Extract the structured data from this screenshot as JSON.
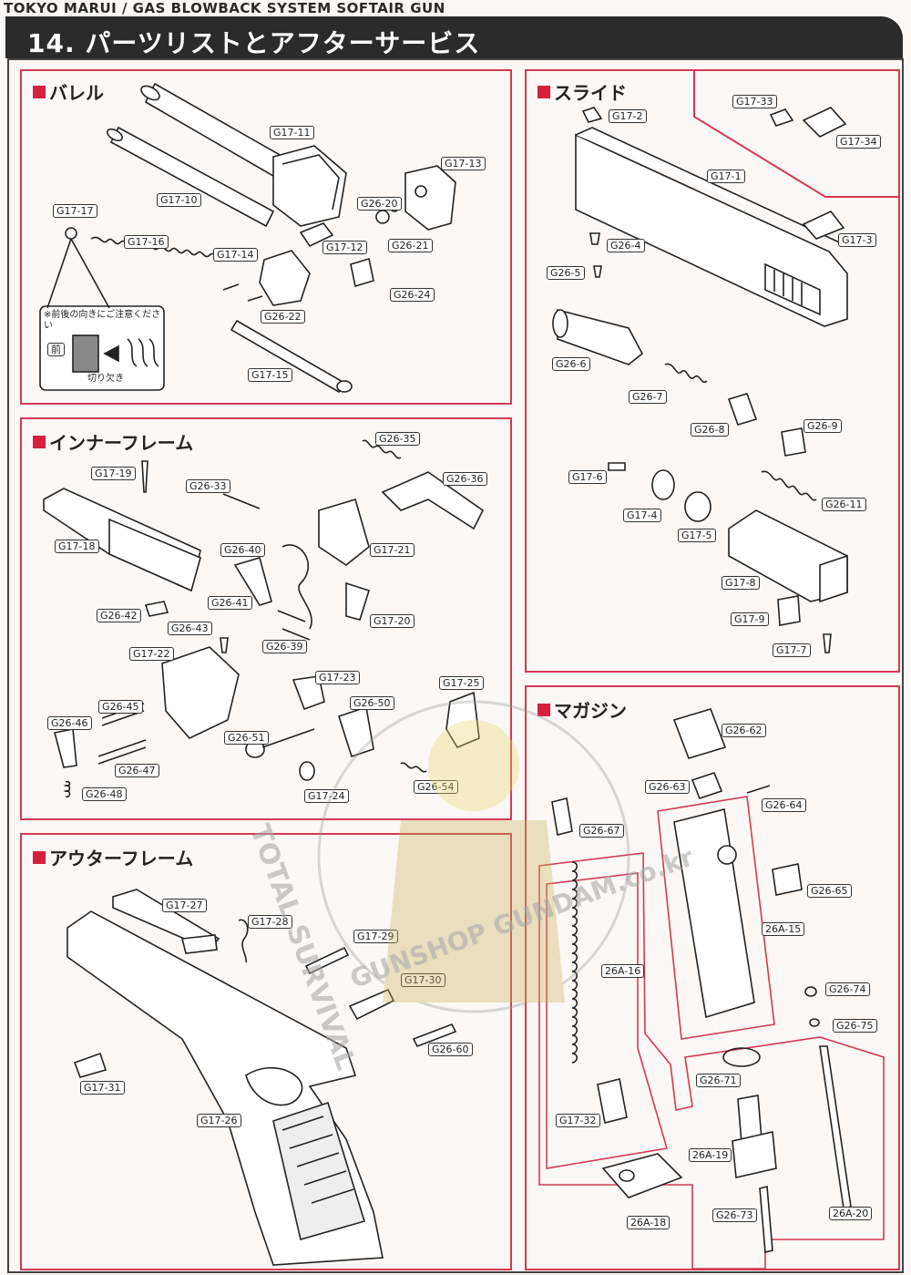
{
  "header": {
    "subtitle": "TOKYO MARUI / GAS BLOWBACK SYSTEM SOFTAIR GUN",
    "title": "14. パーツリストとアフターサービス"
  },
  "colors": {
    "accent": "#d6203e",
    "panel_border": "#d23a55",
    "title_bar": "#2b2b2b"
  },
  "sections": {
    "barrel": {
      "title": "バレル",
      "note": "※前後の向きにご注意ください",
      "front_label": "前",
      "notch_label": "切り欠き",
      "parts": [
        "G17-11",
        "G17-13",
        "G17-10",
        "G26-20",
        "G17-17",
        "G17-16",
        "G17-12",
        "G26-21",
        "G17-14",
        "G26-24",
        "G26-22",
        "G17-15"
      ]
    },
    "slide": {
      "title": "スライド",
      "parts": [
        "G17-33",
        "G17-2",
        "G17-34",
        "G17-1",
        "G17-3",
        "G26-4",
        "G26-5",
        "G26-6",
        "G26-7",
        "G26-8",
        "G26-9",
        "G17-6",
        "G26-11",
        "G17-4",
        "G17-5",
        "G17-8",
        "G17-9",
        "G17-7"
      ]
    },
    "inner_frame": {
      "title": "インナーフレーム",
      "parts": [
        "G26-35",
        "G17-19",
        "G26-33",
        "G26-36",
        "G17-18",
        "G26-40",
        "G17-21",
        "G26-41",
        "G26-42",
        "G17-20",
        "G26-43",
        "G26-39",
        "G17-22",
        "G17-23",
        "G17-25",
        "G26-45",
        "G26-50",
        "G26-46",
        "G26-51",
        "G26-47",
        "G17-24",
        "G26-54",
        "G26-48"
      ]
    },
    "magazine": {
      "title": "マガジン",
      "parts": [
        "G26-62",
        "G26-63",
        "G26-64",
        "G26-67",
        "G26-65",
        "26A-15",
        "26A-16",
        "G26-74",
        "G26-75",
        "G26-71",
        "G17-32",
        "26A-19",
        "26A-18",
        "G26-73",
        "26A-20"
      ]
    },
    "outer_frame": {
      "title": "アウターフレーム",
      "parts": [
        "G17-27",
        "G17-28",
        "G17-29",
        "G17-30",
        "G26-60",
        "G17-31",
        "G17-26"
      ]
    }
  },
  "watermark": {
    "ring_text_1": "TOTAL SURVIVAL",
    "ring_text_2": "GUNSHOP GUNDAM.co.kr"
  }
}
